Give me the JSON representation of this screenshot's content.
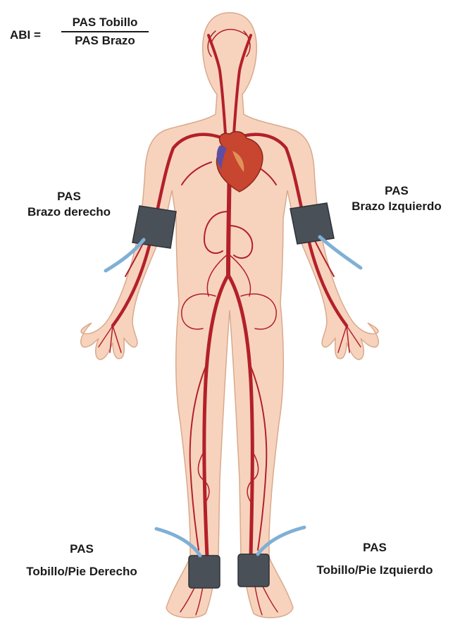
{
  "formula": {
    "lhs": "ABI =",
    "numerator": "PAS Tobillo",
    "denominator": "PAS Brazo"
  },
  "labels": {
    "right_arm": {
      "line1": "PAS",
      "line2": "Brazo derecho"
    },
    "left_arm": {
      "line1": "PAS",
      "line2": "Brazo Izquierdo"
    },
    "right_ankle": {
      "line1": "PAS",
      "line2": "Tobillo/Pie Derecho"
    },
    "left_ankle": {
      "line1": "PAS",
      "line2": "Tobillo/Pie Izquierdo"
    }
  },
  "colors": {
    "skin": "#f7d3bd",
    "skin_outline": "#d9a98c",
    "artery": "#b3202a",
    "heart": "#c8452f",
    "cuff": "#4a5058",
    "tube": "#7fb0d6"
  }
}
